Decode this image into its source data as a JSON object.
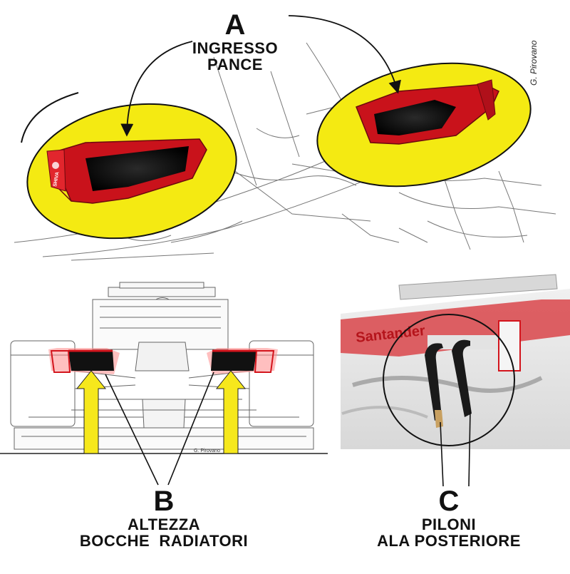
{
  "labels": {
    "a": {
      "letter": "A",
      "line1": "INGRESSO",
      "line2": "PANCE"
    },
    "b": {
      "letter": "B",
      "line1": "ALTEZZA",
      "line2": "BOCCHE  RADIATORI"
    },
    "c": {
      "letter": "C",
      "line1": "PILONI",
      "line2": "ALA POSTERIORE"
    }
  },
  "signature": "G. Pirovano",
  "signature_small": "G. Pirovano",
  "livery_text": "Santander",
  "badge_text": "SHIVA",
  "colors": {
    "highlight_yellow": "#f4ea12",
    "inlet_red": "#d3141c",
    "arrow_yellow": "#f6e81c",
    "line_gray": "#555555",
    "pylon_black": "#1a1a1a"
  }
}
